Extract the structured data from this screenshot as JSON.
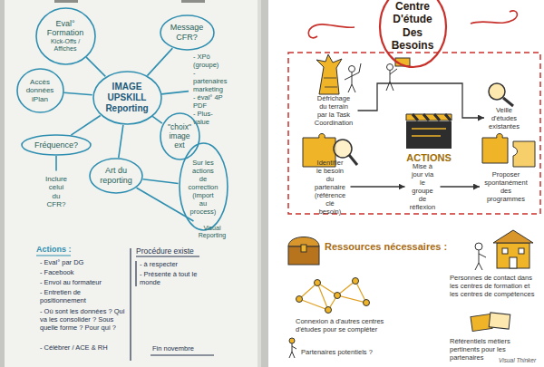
{
  "diagram": {
    "nodes": [
      {
        "text": [
          "IMAGE UPSKILL Reporting"
        ]
      },
      {
        "text": [
          "Eval° Formation",
          "Kick-Offs / Affiches"
        ]
      },
      {
        "text": [
          "Message CFR?"
        ]
      },
      {
        "text": [
          "Accès données iPlan"
        ]
      },
      {
        "text": [
          "- XPô (groupe)",
          "- partenaires marketing",
          "- éval° 4P PDF",
          "- Plus-value"
        ]
      },
      {
        "text": [
          "Fréquence?"
        ]
      },
      {
        "text": [
          "Inclure celui du CFR?"
        ]
      },
      {
        "text": [
          "\"choix\" image ext"
        ]
      },
      {
        "text": [
          "Art du reporting"
        ]
      },
      {
        "text": [
          "Sur les actions de correction (import au process)"
        ]
      },
      {
        "text": [
          "Visual Reporting"
        ]
      },
      {
        "text": [
          "Centre D'étude Des Besoins"
        ]
      },
      {
        "text": [
          "Défrichage du terrain par la Task Coordination"
        ]
      },
      {
        "text": [
          "Veille d'études existantes"
        ]
      },
      {
        "text": [
          "Identifier le besoin du partenaire (référence clé besoin)"
        ]
      },
      {
        "text": [
          "Mise à jour via le groupe de réflexion"
        ]
      },
      {
        "text": [
          "Proposer spontanément des programmes"
        ]
      }
    ],
    "edges": [
      {
        "from": 0,
        "to": 1,
        "arrow": "none"
      },
      {
        "from": 0,
        "to": 2,
        "arrow": "none"
      },
      {
        "from": 0,
        "to": 3,
        "arrow": "none"
      },
      {
        "from": 0,
        "to": 4,
        "arrow": "none"
      },
      {
        "from": 0,
        "to": 5,
        "arrow": "none"
      },
      {
        "from": 0,
        "to": 7,
        "arrow": "none"
      },
      {
        "from": 0,
        "to": 8,
        "arrow": "none"
      },
      {
        "from": 5,
        "to": 6,
        "arrow": "none"
      },
      {
        "from": 8,
        "to": 9,
        "arrow": "none"
      },
      {
        "from": 8,
        "to": 10,
        "arrow": "none"
      },
      {
        "from": 12,
        "to": 13,
        "arrow": "to"
      },
      {
        "from": 14,
        "to": 15,
        "arrow": "to"
      },
      {
        "from": 15,
        "to": 16,
        "arrow": "to"
      }
    ],
    "labels": [
      "Actions :",
      "- Eval° par DG",
      "- Facebook",
      "- Envoi au formateur",
      "- Entretien de positionnement",
      "- Où sont les données ? Qui va les consolider ? Sous quelle forme ? Pour qui ?",
      "- Célébrer / ACE & RH",
      "Procédure existe",
      "- à respecter",
      "- Présente à tout le monde",
      "Fin novembre",
      "ACTIONS",
      "Ressources nécessaires :",
      "Connexion à d'autres centres d'études pour se compléter",
      "Personnes de contact dans les centres de formation et les centres de compétences",
      "Partenaires potentiels ?",
      "Référentiels métiers pertinents pour les partenaires",
      "Visual Thinker"
    ]
  }
}
